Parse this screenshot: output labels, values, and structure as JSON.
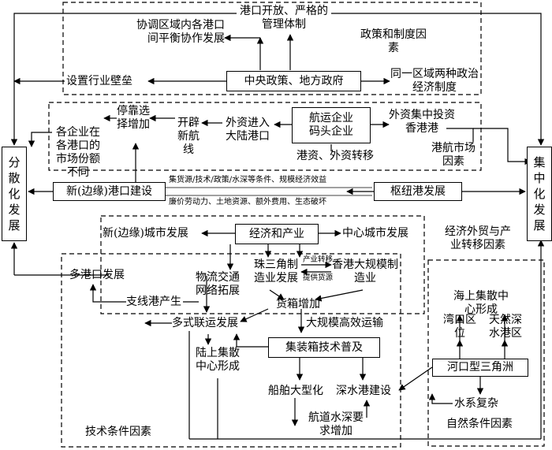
{
  "diagram": {
    "left_pole": "分散化发展",
    "right_pole": "集中化发展",
    "policy": {
      "region_label": "政策和制度因素",
      "port_opening": "港口开放、严格的管理体制",
      "coordination": "协调区域内各港口间平衡协作发展",
      "central_gov": "中央政策、地方政府",
      "barrier": "设置行业壁垒",
      "two_systems": "同一区域两种政治经济制度"
    },
    "investment": {
      "region_label": "港航市场因素",
      "shipping_firms": "航运企业码头企业",
      "foreign_enter": "外资进入大陆港口",
      "new_routes": "开辟新航线",
      "call_choice": "停靠选择增加",
      "market_share": "各企业在各港口的市场份额不同",
      "foreign_hk": "外资集中投资香港港",
      "transfer": "港资、外资转移"
    },
    "middle": {
      "new_port": "新(边缘)港口建设",
      "hub_port": "枢纽港发展",
      "upper_factors": "集货源/技术/政策/水深等条件、规模经济效益",
      "lower_factors": "廉价劳动力、土地资源、额外费用、生态破坏"
    },
    "economy": {
      "region_label": "经济外贸与产业转移因素",
      "econ_industry": "经济和产业",
      "new_city": "新(边缘)城市发展",
      "center_city": "中心城市发展",
      "prd": "珠三角制造业发展",
      "hk_mfg": "香港大规模制造业",
      "transfer_a": "产业转移",
      "transfer_b": "提供货源",
      "logistics": "物流交通网络拓展",
      "container_growth": "货箱增加",
      "multi_port": "多港口发展",
      "feeder_port": "支线港产生"
    },
    "tech": {
      "region_label": "技术条件因素",
      "multimodal": "多式联运发展",
      "large_transport": "大规模高效运输",
      "container_tech": "集装箱技术普及",
      "land_hub": "陆上集散中心形成",
      "ship_large": "船舶大型化",
      "deepwater": "深水港建设",
      "channel_depth": "航道水深要求增加"
    },
    "nature": {
      "region_label": "自然条件因素",
      "sea_hub": "海上集散中心形成",
      "bay_location": "湾口区位",
      "natural_deep": "天然深水港区",
      "estuary_delta": "河口型三角洲",
      "river_system": "水系复杂"
    }
  }
}
